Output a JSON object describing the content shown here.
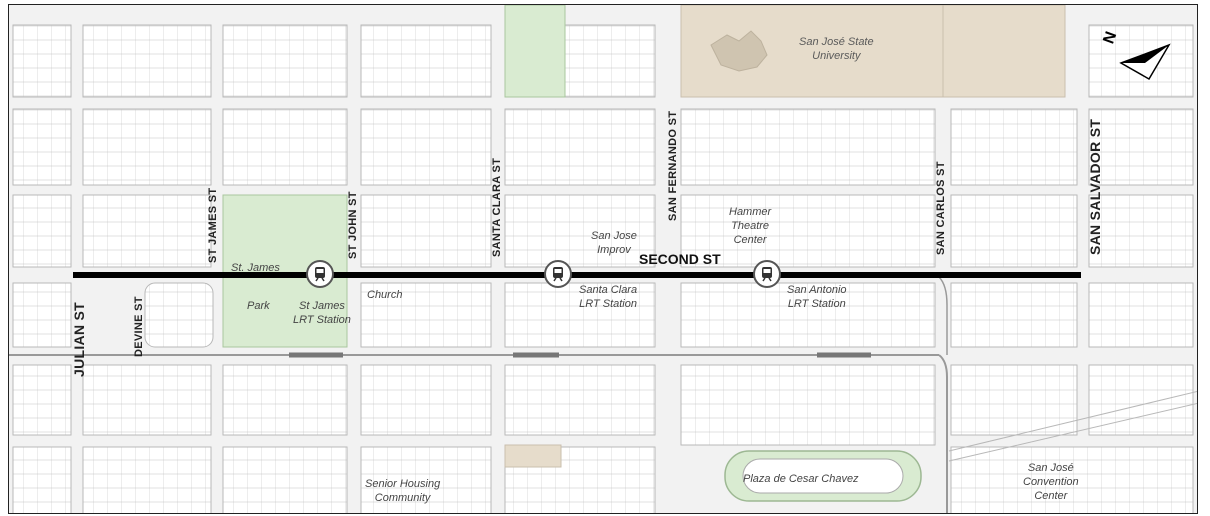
{
  "map": {
    "main_street": "SECOND ST",
    "cross_streets": {
      "julian": "JULIAN ST",
      "devine": "DEVINE ST",
      "st_james": "ST JAMES ST",
      "st_john": "ST JOHN ST",
      "santa_clara": "SANTA CLARA ST",
      "san_fernando": "SAN FERNANDO ST",
      "san_carlos": "SAN CARLOS ST",
      "san_salvador": "SAN SALVADOR ST"
    },
    "places": {
      "university": [
        "San José State",
        "University"
      ],
      "st_james_park": [
        "St. James",
        "Park"
      ],
      "church": "Church",
      "san_jose_improv": [
        "San Jose",
        "Improv"
      ],
      "hammer_theatre": [
        "Hammer",
        "Theatre",
        "Center"
      ],
      "senior_housing": [
        "Senior Housing",
        "Community"
      ],
      "plaza": "Plaza de Cesar Chavez",
      "convention_center": [
        "San José",
        "Convention",
        "Center"
      ]
    },
    "stations": [
      {
        "id": "st-james",
        "lines": [
          "St James",
          "LRT Station"
        ]
      },
      {
        "id": "santa-clara",
        "lines": [
          "Santa Clara",
          "LRT Station"
        ]
      },
      {
        "id": "san-antonio",
        "lines": [
          "San Antonio",
          "LRT Station"
        ]
      }
    ],
    "north_arrow_label": "N",
    "colors": {
      "block_outline": "#b9b9b9",
      "street_fill": "#f4f4f4",
      "park_green": "#d9ebd1",
      "university_tan": "#e6dccb",
      "route_black": "#000000",
      "rail_gray": "#888888"
    }
  }
}
